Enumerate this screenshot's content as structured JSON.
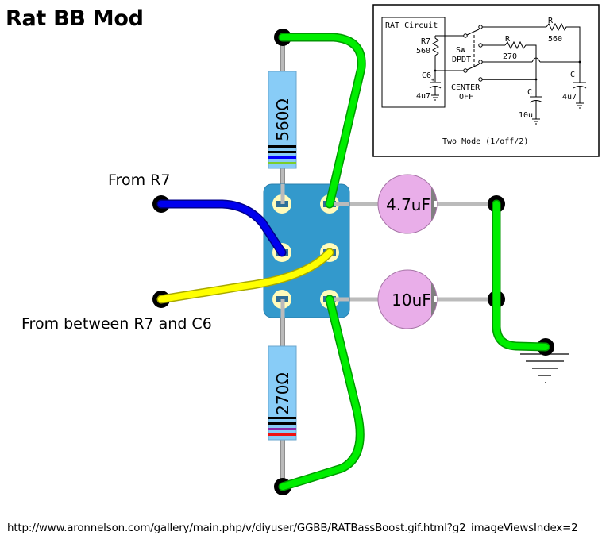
{
  "title": "Rat BB Mod",
  "labels": {
    "from_r7": "From R7",
    "from_between": "From between R7 and C6"
  },
  "components": {
    "resistor_top": {
      "value": "560Ω",
      "bands": [
        "#000000",
        "#000000",
        "#0000ff",
        "#7ccd2a"
      ]
    },
    "resistor_bottom": {
      "value": "270Ω",
      "bands": [
        "#000000",
        "#000000",
        "#8a2aa8",
        "#ee1111"
      ]
    },
    "cap_top": {
      "value": "4.7uF"
    },
    "cap_bottom": {
      "value": "10uF"
    },
    "switch": {
      "type": "DPDT",
      "lugs": 6
    }
  },
  "wires": {
    "blue": "#0000ee",
    "yellow": "#ffff00",
    "green": "#00ee00"
  },
  "colors": {
    "switch_body": "#3399cc",
    "lug": "#fffbbb",
    "cap_body": "#e9aee9",
    "resistor_body": "#88ccf7",
    "lead": "#bbbbbb"
  },
  "schematic": {
    "box_title": "RAT Circuit",
    "r7_label": "R7",
    "r7_value": "560",
    "c6_label": "C6",
    "c6_value": "4u7",
    "sw_label": "SW",
    "sw_type": "DPDT",
    "center_label": "CENTER",
    "off_label": "OFF",
    "r_label_a": "R",
    "r_value_a": "560",
    "r_label_b": "R",
    "r_value_b": "270",
    "c_label_a": "C",
    "c_value_a": "10u",
    "c_label_b": "C",
    "c_value_b": "4u7",
    "caption": "Two Mode (1/off/2)"
  },
  "source_url": "http://www.aronnelson.com/gallery/main.php/v/diyuser/GGBB/RATBassBoost.gif.html?g2_imageViewsIndex=2"
}
